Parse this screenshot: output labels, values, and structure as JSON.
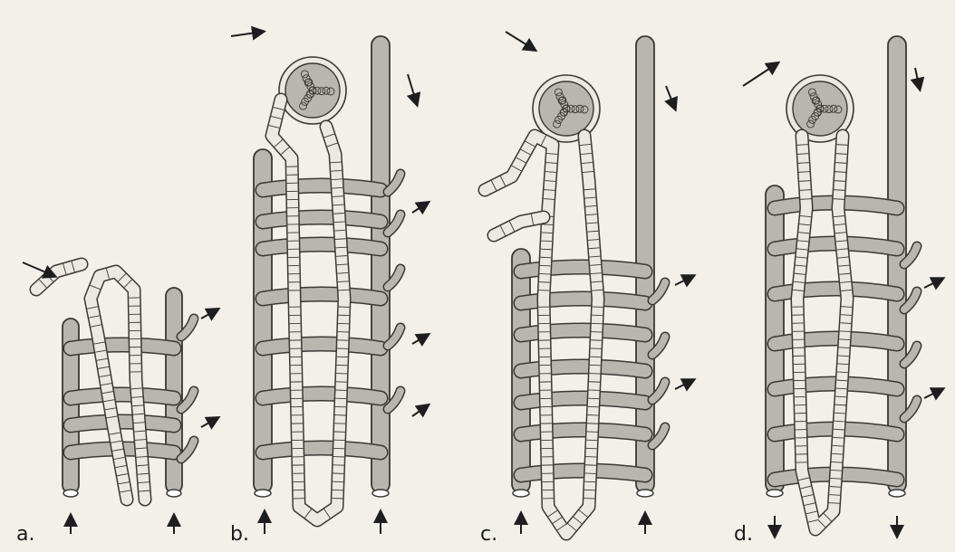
{
  "panels": [
    {
      "id": "a",
      "label": "a."
    },
    {
      "id": "b",
      "label": "b."
    },
    {
      "id": "c",
      "label": "c."
    },
    {
      "id": "d",
      "label": "d."
    }
  ],
  "colors": {
    "paper": "#f3f0ea",
    "vessel_fill": "#b9b6b0",
    "vessel_stroke": "#3a3835",
    "cell_fill": "#ece9e2",
    "ink": "#1e1e1e"
  },
  "icons": [
    "flow-arrow-icon"
  ]
}
